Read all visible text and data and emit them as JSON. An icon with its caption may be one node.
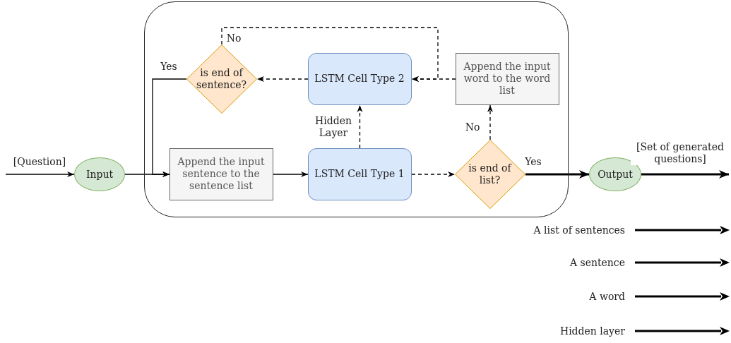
{
  "diagram": {
    "nodes": [
      {
        "text": [
          "Input"
        ]
      },
      {
        "text": [],
        "shape": "box"
      },
      {
        "text": [
          "is end of sentence?"
        ],
        "in": 1
      },
      {
        "text": [
          "LSTM Cell Type 2"
        ],
        "in": 1
      },
      {
        "text": [
          "Append the input word to the word list"
        ],
        "in": 1
      },
      {
        "text": [
          "Append the input sentence to the sentence list"
        ],
        "in": 1
      },
      {
        "text": [
          "LSTM Cell Type 1"
        ],
        "in": 1
      },
      {
        "text": [
          "is end of list?"
        ],
        "in": 1
      },
      {
        "text": [
          "Output"
        ]
      }
    ],
    "edges": [
      {
        "from": null,
        "to": 0,
        "arrow": "to",
        "label": "[Question]"
      },
      {
        "from": 0,
        "to": 5,
        "arrow": "to"
      },
      {
        "from": 2,
        "to": 5,
        "arrow": "to",
        "label": "Yes"
      },
      {
        "from": 5,
        "to": 6,
        "arrow": "to"
      },
      {
        "from": 6,
        "to": 3,
        "arrow": "to",
        "style": "dashed",
        "label": "Hidden Layer"
      },
      {
        "from": 6,
        "to": 7,
        "arrow": "to",
        "style": "dashed"
      },
      {
        "from": 7,
        "to": 4,
        "arrow": "to",
        "style": "dashed",
        "label": "No"
      },
      {
        "from": 4,
        "to": 3,
        "arrow": "to",
        "style": "dashed"
      },
      {
        "from": 3,
        "to": 2,
        "arrow": "to",
        "style": "dashed"
      },
      {
        "from": 2,
        "to": 3,
        "arrow": "to",
        "style": "dashed",
        "label": "No"
      },
      {
        "from": 7,
        "to": 8,
        "arrow": "to",
        "style": "thick",
        "label": "Yes"
      },
      {
        "from": 8,
        "to": null,
        "arrow": "to",
        "style": "thick",
        "label": "[Set of generated questions]"
      }
    ],
    "legend": [
      {
        "text": "A list of sentences"
      },
      {
        "text": "A sentence"
      },
      {
        "text": "A word"
      },
      {
        "text": "Hidden layer"
      }
    ]
  }
}
